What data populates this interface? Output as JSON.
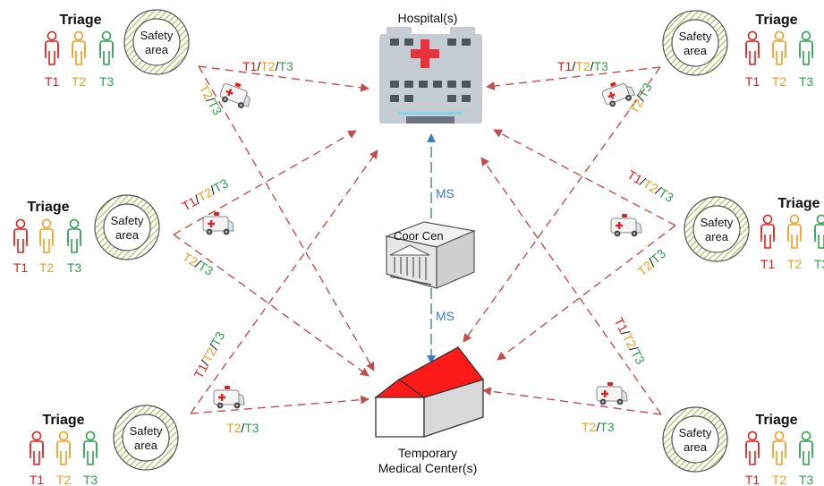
{
  "colors": {
    "t1": "#e02020",
    "t2": "#f0a020",
    "t3": "#30a050",
    "link": "#c0504d",
    "ms_link": "#3a7dc8",
    "hatch": "#b0c060",
    "roof": "#ee1111",
    "hospital": "#b8c0c8",
    "cross": "#e8313a"
  },
  "labels": {
    "triage": "Triage",
    "safety_line1": "Safety",
    "safety_line2": "area",
    "t1": "T1",
    "t2": "T2",
    "t3": "T3",
    "slash": "/",
    "hospital": "Hospital(s)",
    "coor": "Coor Cen",
    "ms": "MS",
    "tmc_line1": "Temporary",
    "tmc_line2": "Medical Center(s)"
  },
  "icons": [
    "person-icon",
    "ambulance-icon",
    "hospital-building-icon",
    "coordination-center-icon",
    "temporary-medical-center-icon",
    "safety-area-icon"
  ]
}
